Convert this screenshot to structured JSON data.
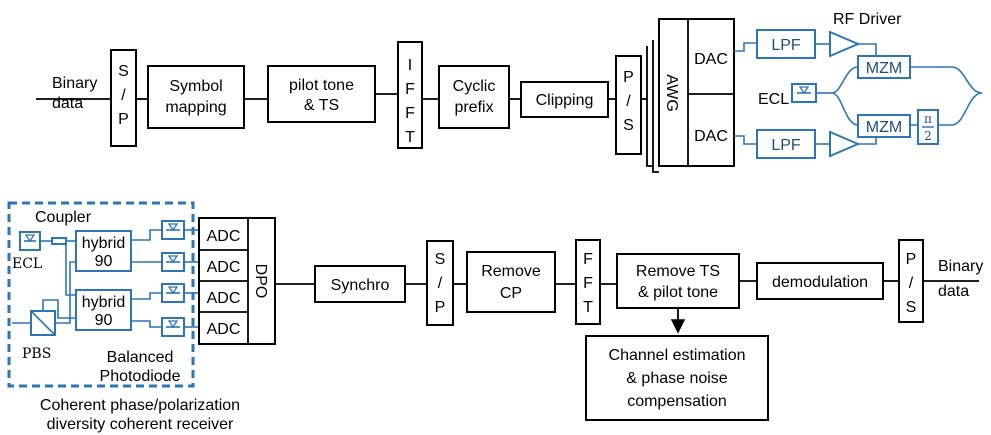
{
  "tx": {
    "input_label": [
      "Binary",
      "data"
    ],
    "sp": [
      "S",
      "/",
      "P"
    ],
    "symbol_mapping": [
      "Symbol",
      "mapping"
    ],
    "pilot": [
      "pilot tone",
      "& TS"
    ],
    "ifft": [
      "I",
      "F",
      "F",
      "T"
    ],
    "cyclic": [
      "Cyclic",
      "prefix"
    ],
    "clipping": "Clipping",
    "ps": [
      "P",
      "/",
      "S"
    ],
    "awg": "AWG",
    "dac_top": "DAC",
    "dac_bottom": "DAC",
    "lpf_top": "LPF",
    "lpf_bottom": "LPF",
    "rf_driver": "RF Driver",
    "ecl": "ECL",
    "mzm_top": "MZM",
    "mzm_bottom": "MZM",
    "phase_shift": [
      "π",
      "2"
    ]
  },
  "rx": {
    "coupler": "Coupler",
    "ecl": "ECL",
    "pbs": "PBS",
    "hybrid_top": [
      "hybrid",
      "90"
    ],
    "hybrid_bottom": [
      "hybrid",
      "90"
    ],
    "adc": [
      "ADC",
      "ADC",
      "ADC",
      "ADC"
    ],
    "dpo": "DPO",
    "balanced": [
      "Balanced",
      "Photodiode"
    ],
    "receiver_caption": [
      "Coherent phase/polarization",
      "diversity coherent receiver"
    ],
    "synchro": "Synchro",
    "sp": [
      "S",
      "/",
      "P"
    ],
    "remove_cp": [
      "Remove",
      "CP"
    ],
    "fft": [
      "F",
      "F",
      "T"
    ],
    "remove_ts": [
      "Remove TS",
      "& pilot tone"
    ],
    "demodulation": "demodulation",
    "ps": [
      "P",
      "/",
      "S"
    ],
    "output_label": [
      "Binary",
      "data"
    ],
    "channel_est": [
      "Channel estimation",
      "& phase noise",
      "compensation"
    ]
  }
}
